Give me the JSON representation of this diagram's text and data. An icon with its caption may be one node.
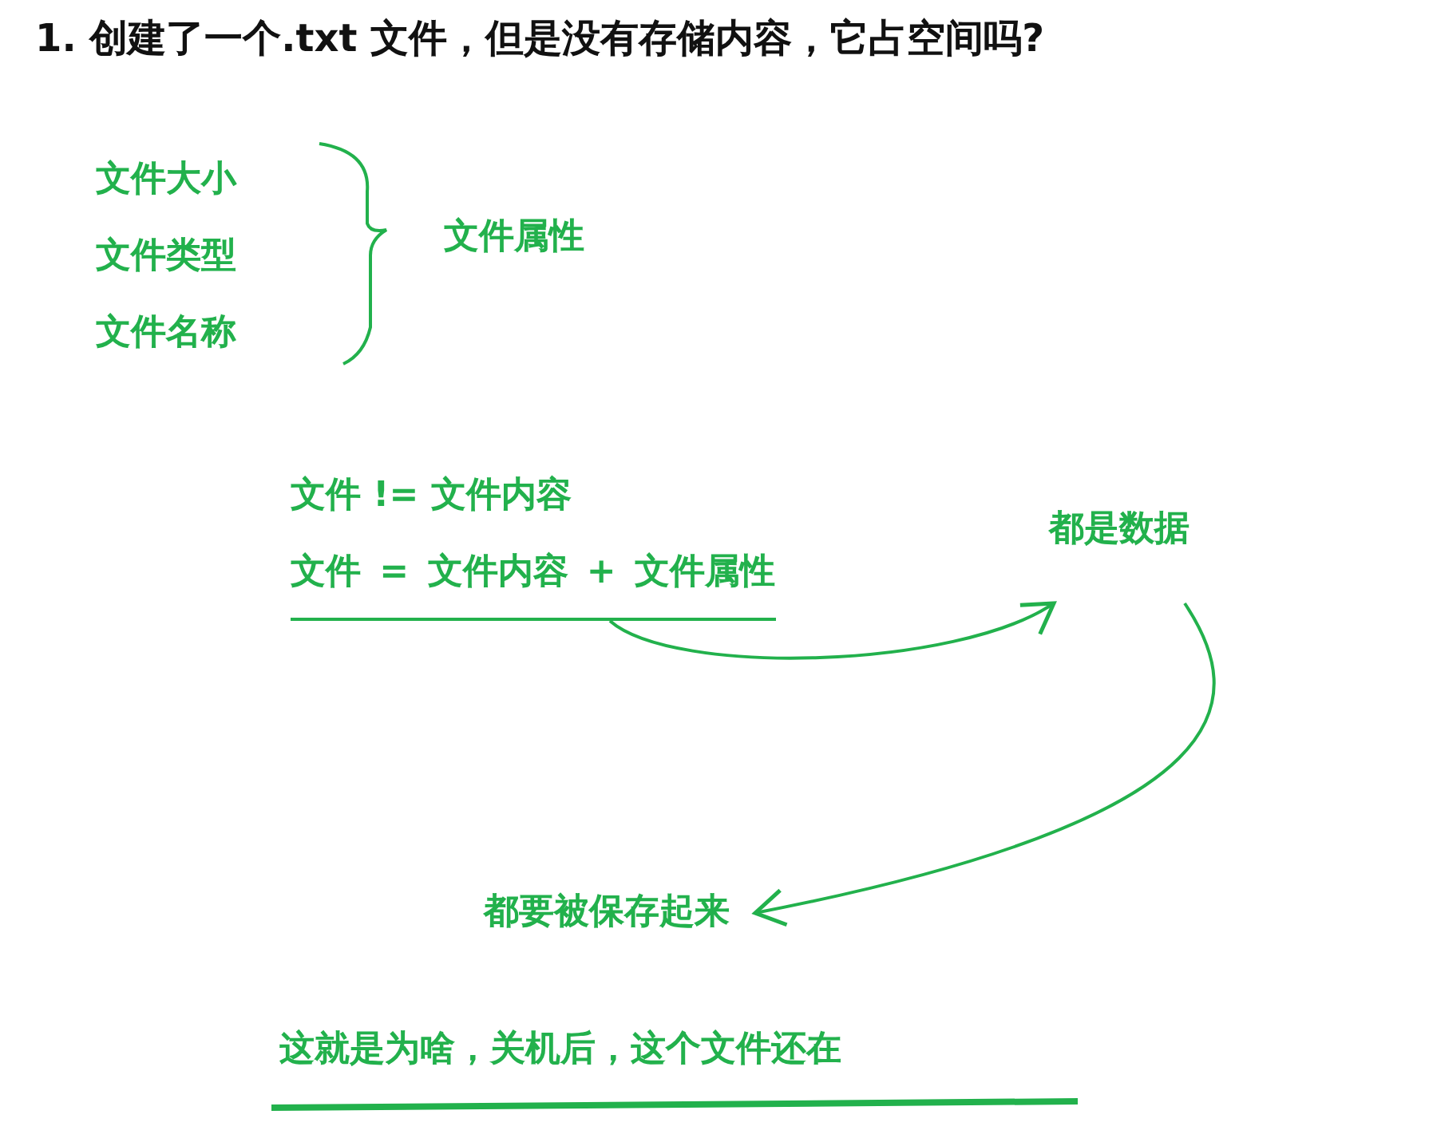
{
  "diagram": {
    "title": "1. 创建了一个.txt 文件，但是没有存储内容，它占空间吗?",
    "nodes": [
      {
        "text": [
          "文件 = 文件内容 + 文件属性"
        ]
      },
      {
        "text": [
          "都是数据"
        ]
      },
      {
        "text": [
          "都要被保存起来"
        ]
      }
    ],
    "edges": [
      {
        "from": 0,
        "to": 1,
        "arrow": "to"
      },
      {
        "from": 1,
        "to": 2,
        "arrow": "to"
      }
    ],
    "labels": [
      "文件大小",
      "文件类型",
      "文件名称",
      "文件属性",
      "文件 != 文件内容",
      "这就是为啥，关机后，这个文件还在"
    ]
  }
}
